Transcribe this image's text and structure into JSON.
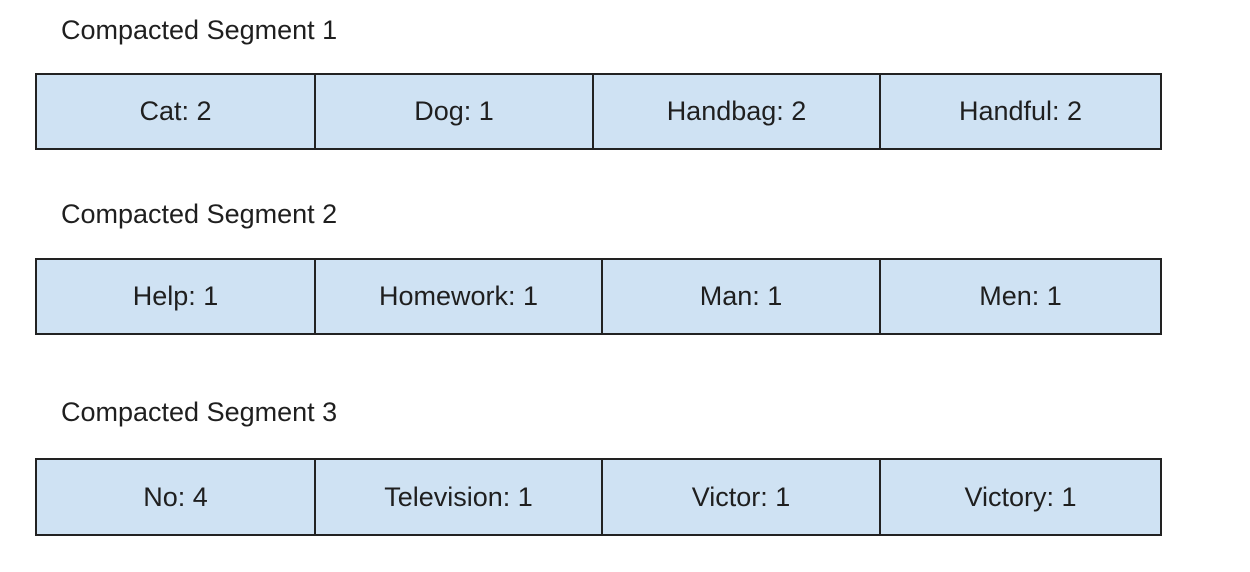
{
  "segments": [
    {
      "title": "Compacted Segment 1",
      "cells": [
        "Cat: 2",
        "Dog: 1",
        "Handbag: 2",
        "Handful: 2"
      ]
    },
    {
      "title": "Compacted Segment 2",
      "cells": [
        "Help: 1",
        "Homework: 1",
        "Man: 1",
        "Men: 1"
      ]
    },
    {
      "title": "Compacted Segment 3",
      "cells": [
        "No: 4",
        "Television: 1",
        "Victor: 1",
        "Victory: 1"
      ]
    }
  ],
  "colors": {
    "cell_fill": "#cfe2f3",
    "border": "#222222",
    "text": "#1f1f1f"
  }
}
